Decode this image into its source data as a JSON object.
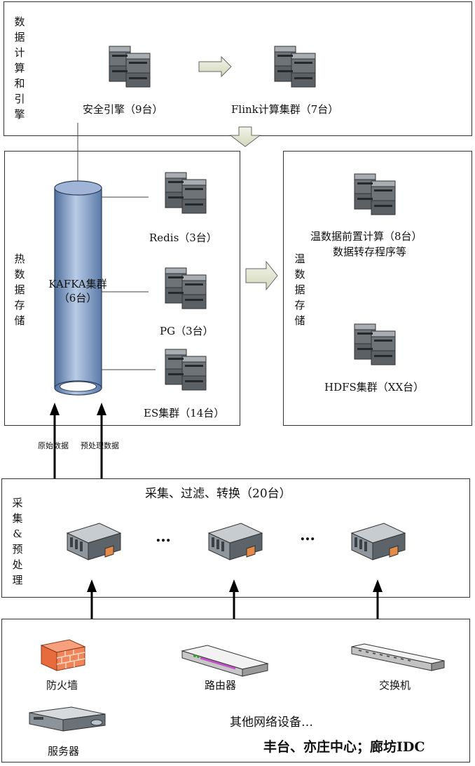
{
  "compute": {
    "side_label": "数据计算和引擎",
    "security_engine": "安全引擎（9台）",
    "flink": "Flink计算集群（7台）"
  },
  "hot": {
    "side_label": "热数据存储",
    "kafka": "KAFKA集群（6台）",
    "redis": "Redis（3台）",
    "pg": "PG（3台）",
    "es": "ES集群（14台）"
  },
  "warm": {
    "side_label": "温数据存储",
    "precompute_line1": "温数据前置计算（8台）",
    "precompute_line2": "数据转存程序等",
    "hdfs": "HDFS集群（XX台）"
  },
  "flows": {
    "raw": "原始数据",
    "preprocessed": "预处理数据"
  },
  "collect": {
    "side_label": "采集&预处理",
    "title": "采集、过滤、转换（20台）",
    "ellipsis": "…"
  },
  "sources": {
    "firewall": "防火墙",
    "router": "路由器",
    "switch": "交换机",
    "server": "服务器",
    "other": "其他网络设备…",
    "location": "丰台、亦庄中心；廊坊IDC"
  }
}
